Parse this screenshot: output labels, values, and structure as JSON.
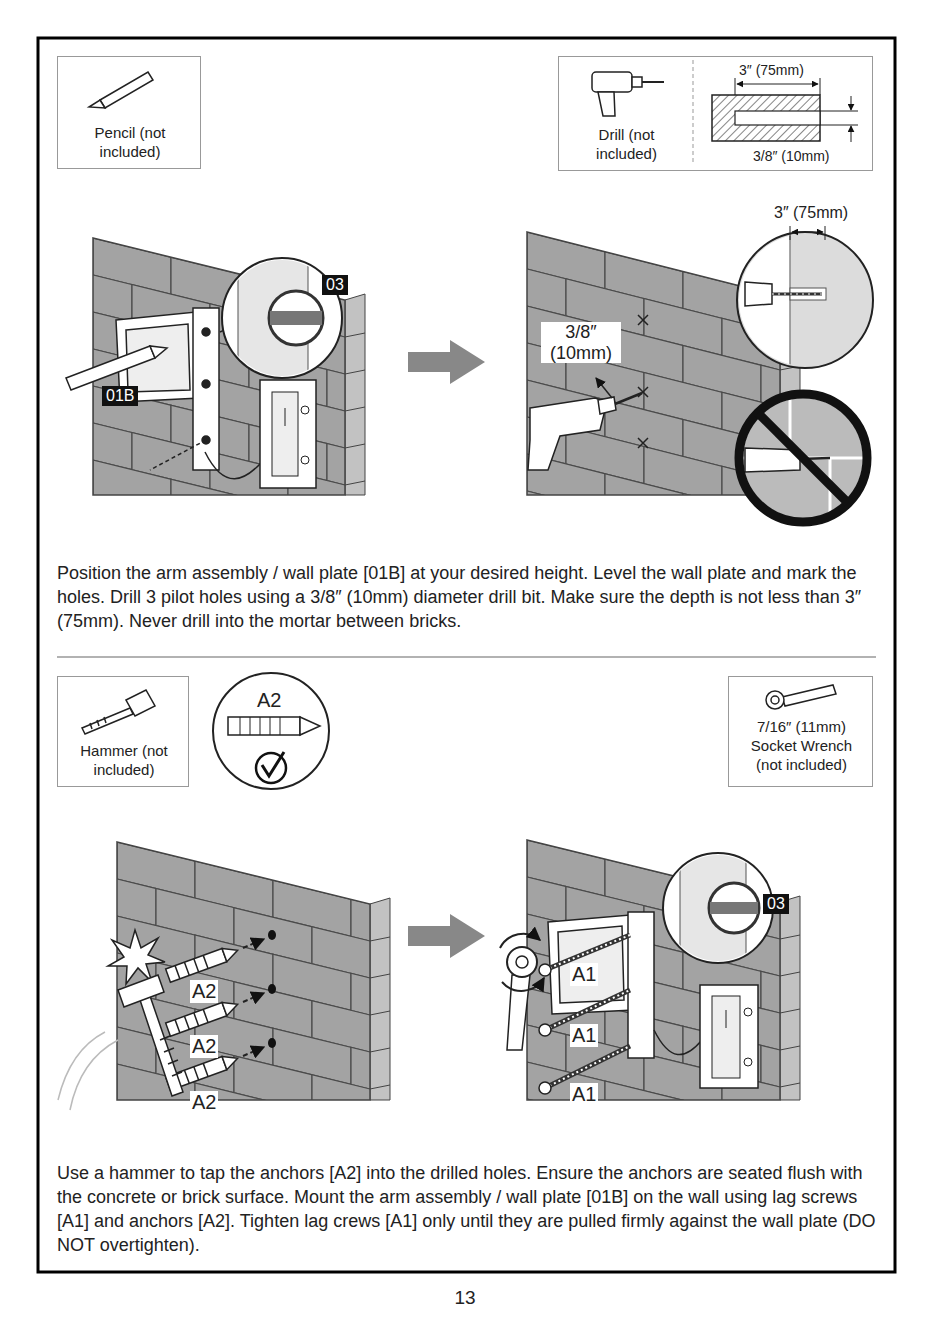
{
  "diagram": {
    "nodes": [
      {
        "text": [
          "Pencil (not included)"
        ]
      },
      {
        "text": [
          "Drill (not included)",
          "3″ (75mm)",
          "3/8″ (10mm)"
        ]
      },
      {
        "text": [
          "Hammer (not included)"
        ]
      },
      {
        "text": [
          "7/16″ (11mm) Socket Wrench (not included)"
        ]
      }
    ],
    "labels": [
      "03",
      "01B",
      "3″ (75mm)",
      "3/8″ (10mm)",
      "Position the arm assembly / wall plate [01B] at your desired height. Level the wall plate and mark the holes. Drill 3 pilot holes using a 3/8″ (10mm) diameter drill bit. Make sure the depth is not less than 3″ (75mm). Never drill into the mortar between bricks.",
      "A2",
      "A2",
      "A2",
      "A2",
      "A1",
      "A1",
      "A1",
      "03",
      "Use a hammer to tap the anchors [A2] into the drilled holes. Ensure the anchors are seated flush with the concrete or brick surface. Mount the arm assembly / wall plate [01B] on the wall using lag screws [A1] and anchors [A2]. Tighten lag crews [A1] only until they are pulled firmly against the wall plate (DO NOT overtighten).",
      "13"
    ]
  }
}
